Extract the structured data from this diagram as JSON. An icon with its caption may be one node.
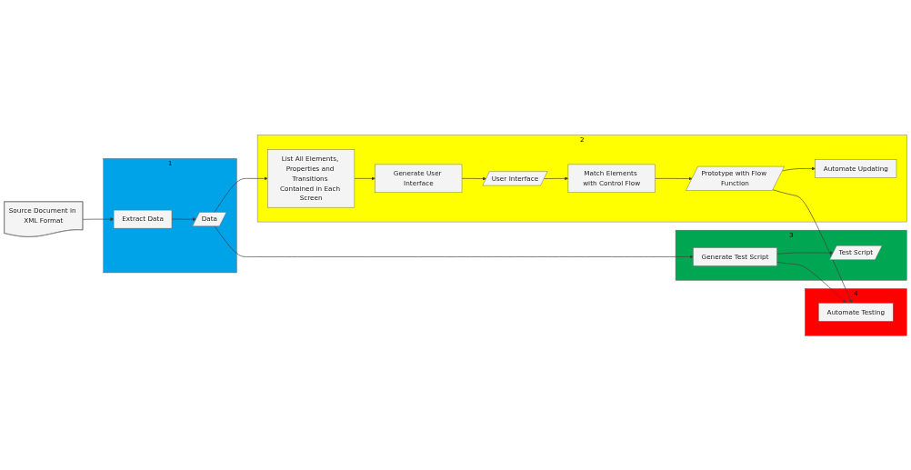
{
  "diagram": {
    "nodes": [
      {
        "text": [
          "Source Document in XML Format"
        ]
      },
      {
        "text": [
          "1"
        ]
      },
      {
        "text": [
          "Extract Data"
        ],
        "in": 1
      },
      {
        "text": [
          "Data"
        ],
        "in": 1
      },
      {
        "text": [
          "2"
        ]
      },
      {
        "text": [
          "List All Elements, Properties and Transitions Contained in Each Screen"
        ],
        "in": 4
      },
      {
        "text": [
          "Generate User Interface"
        ],
        "in": 4
      },
      {
        "text": [
          "User Interface"
        ],
        "in": 4
      },
      {
        "text": [
          "Match Elements with Control Flow"
        ],
        "in": 4
      },
      {
        "text": [
          "Prototype with Flow Function"
        ],
        "in": 4
      },
      {
        "text": [
          "Automate Updating"
        ],
        "in": 4
      },
      {
        "text": [
          "3"
        ]
      },
      {
        "text": [
          "Generate Test Script"
        ],
        "in": 11
      },
      {
        "text": [
          "Test Script"
        ],
        "in": 11
      },
      {
        "text": [
          "4"
        ]
      },
      {
        "text": [
          "Automate Testing"
        ],
        "in": 14
      }
    ],
    "edges": [
      {
        "from": 0,
        "to": 2,
        "arrow": "to"
      },
      {
        "from": 2,
        "to": 3,
        "arrow": "to"
      },
      {
        "from": 3,
        "to": 5,
        "arrow": "to"
      },
      {
        "from": 3,
        "to": 12,
        "arrow": "to"
      },
      {
        "from": 5,
        "to": 6,
        "arrow": "to"
      },
      {
        "from": 6,
        "to": 7,
        "arrow": "to"
      },
      {
        "from": 7,
        "to": 8,
        "arrow": "to"
      },
      {
        "from": 8,
        "to": 9,
        "arrow": "to"
      },
      {
        "from": 9,
        "to": 10,
        "arrow": "to"
      },
      {
        "from": 12,
        "to": 13,
        "arrow": "to"
      },
      {
        "from": 12,
        "to": 15,
        "arrow": "to"
      },
      {
        "from": 9,
        "to": 15,
        "arrow": "to"
      }
    ]
  }
}
